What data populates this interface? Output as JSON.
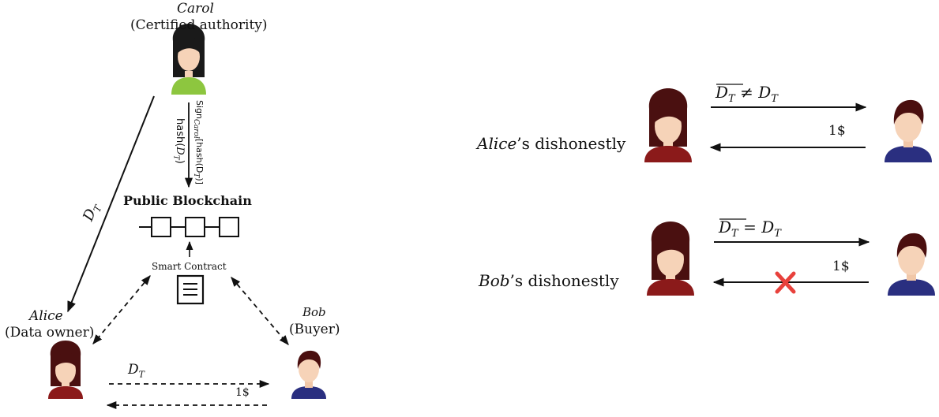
{
  "left_diagram": {
    "carol": {
      "name": "Carol",
      "role": "(Certified authority)"
    },
    "alice": {
      "name": "Alice",
      "role": "(Data owner)"
    },
    "bob": {
      "name": "Bob",
      "role": "(Buyer)"
    },
    "blockchain_label": "Public Blockchain",
    "smart_contract_label": "Smart Contract",
    "sign_label": "Sign",
    "sign_sub": "Carol",
    "sign_arg": "[hash(D",
    "sign_arg_sub": "T",
    "sign_arg_end": ")]",
    "hash_label": "hash(",
    "hash_var": "D",
    "hash_sub": "T",
    "hash_end": ")",
    "dt_var": "D",
    "dt_sub": "T",
    "bottom_dt_var": "D",
    "bottom_dt_sub": "T",
    "payment": "1$"
  },
  "right_diagram": {
    "row1": {
      "label_name": "Alice",
      "label_rest": "’s dishonestly",
      "formula_left": "D",
      "formula_left_sub": "T",
      "formula_op": "≠",
      "formula_right": "D",
      "formula_right_sub": "T",
      "payment": "1$"
    },
    "row2": {
      "label_name": "Bob",
      "label_rest": "’s dishonestly",
      "formula_left": "D",
      "formula_left_sub": "T",
      "formula_op": "=",
      "formula_right": "D",
      "formula_right_sub": "T",
      "payment": "1$"
    }
  },
  "colors": {
    "female_shirt": "#8b1a1a",
    "male_shirt": "#2a2f80",
    "carol_shirt": "#8dc63f",
    "skin": "#f6d3b8",
    "hair": "#1a1a1a",
    "male_hair": "#4a0f0f",
    "female_hair_dark": "#4a1010",
    "cross": "#e8413c"
  },
  "icons": [
    "female-person-icon",
    "male-person-icon",
    "document-icon",
    "blockchain-icon",
    "cross-icon"
  ]
}
